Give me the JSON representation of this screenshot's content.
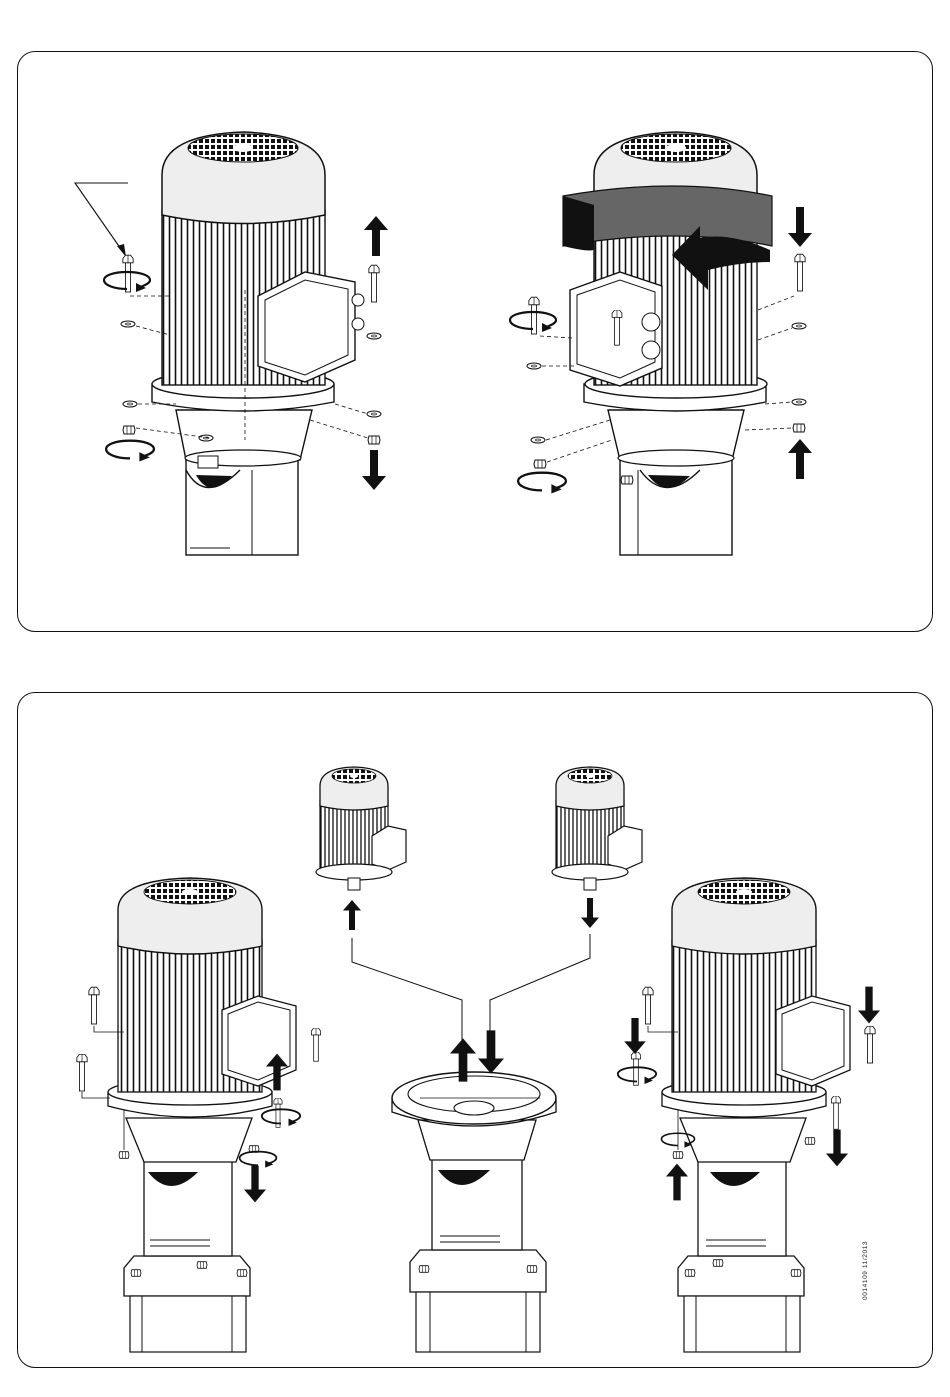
{
  "document": {
    "code": "0014109 11/2013"
  },
  "colors": {
    "ink": "#111111",
    "fan_cover": "#eeeeee",
    "gray_band": "#666666"
  },
  "figures": {
    "top_panel": [
      "motor-removal-view",
      "motor-rotated-view"
    ],
    "bottom_panel": [
      "pump-with-motor-left",
      "small-motor-lifted",
      "small-motor-lowered",
      "bare-pump-adapter",
      "pump-with-motor-right"
    ]
  }
}
